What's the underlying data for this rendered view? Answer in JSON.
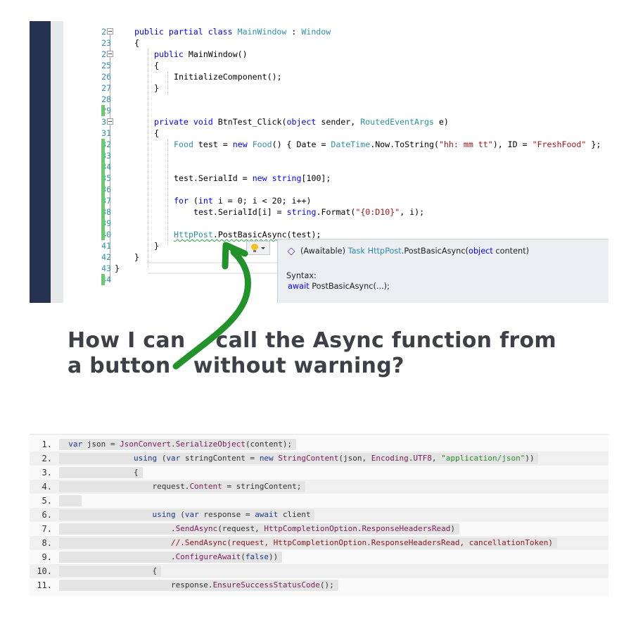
{
  "ide": {
    "line_numbers": [
      "22",
      "23",
      "24",
      "25",
      "26",
      "27",
      "28",
      "29",
      "30",
      "31",
      "32",
      "33",
      "34",
      "35",
      "36",
      "37",
      "38",
      "39",
      "40",
      "41",
      "42",
      "43",
      "44"
    ],
    "changed_lines": [
      "29",
      "32",
      "33",
      "34",
      "35",
      "36",
      "37",
      "38",
      "39",
      "40",
      "44"
    ],
    "fold_markers": [
      "22",
      "24",
      "30"
    ],
    "code": {
      "l22": {
        "kw1": "public partial class ",
        "type": "MainWindow",
        "sep": " : ",
        "base": "Window"
      },
      "l23": "{",
      "l24": {
        "kw": "public ",
        "name": "MainWindow()"
      },
      "l25": "{",
      "l26": "InitializeComponent();",
      "l27": "}",
      "l30": {
        "kw": "private void ",
        "name": "BtnTest_Click(",
        "kw2": "object",
        "p1": " sender, ",
        "type": "RoutedEventArgs",
        "p2": " e)"
      },
      "l31": "{",
      "l32": {
        "type1": "Food",
        "a": " test = ",
        "kw": "new ",
        "type2": "Food",
        "b": "() { Date = ",
        "type3": "DateTime",
        "c": ".Now.ToString(",
        "str1": "\"hh: mm tt\"",
        "d": "), ID = ",
        "str2": "\"FreshFood\"",
        "e": " };"
      },
      "l35": {
        "a": "test.SerialId = ",
        "kw": "new ",
        "kw2": "string",
        "b": "[100];"
      },
      "l37": {
        "kw": "for ",
        "a": "(",
        "kw2": "int",
        "b": " i = 0; i < 20; i++)"
      },
      "l38": {
        "a": "test.SerialId[i] = ",
        "kw": "string",
        "b": ".Format(",
        "str": "\"{0:D10}\"",
        "c": ", i);"
      },
      "l40": {
        "type": "HttpPost",
        "a": ".PostBasicAsync(test);"
      },
      "l41": "}",
      "l42": "}",
      "l43": "}"
    },
    "quick_actions": {
      "icon": "lightbulb-icon"
    },
    "tooltip": {
      "icon": "method-cube-icon",
      "prefix": "(Awaitable) ",
      "return_type": "Task",
      "class": "HttpPost",
      "method": ".PostBasicAsync(",
      "param_kw": "object",
      "param": " content)",
      "syntax_label": "Syntax:",
      "syntax_kw": "await",
      "syntax_rest": " PostBasicAsync(...);"
    }
  },
  "annotation": {
    "headline_line1": "How I can    call the Async function from",
    "headline_line2": "a button   without warning?",
    "arrow_color": "#22922b"
  },
  "snippet": {
    "rows": [
      {
        "n": "1.",
        "indent": 2,
        "parts": [
          [
            "kw",
            "var"
          ],
          [
            "id",
            " json = "
          ],
          [
            "mb",
            "JsonConvert"
          ],
          [
            "id",
            "."
          ],
          [
            "mb",
            "SerializeObject"
          ],
          [
            "id",
            "(content);"
          ]
        ]
      },
      {
        "n": "2.",
        "indent": 16,
        "parts": [
          [
            "kw",
            "using"
          ],
          [
            "id",
            " ("
          ],
          [
            "kw",
            "var"
          ],
          [
            "id",
            " stringContent = "
          ],
          [
            "kw",
            "new"
          ],
          [
            "id",
            " "
          ],
          [
            "mb",
            "StringContent"
          ],
          [
            "id",
            "(json, "
          ],
          [
            "mb",
            "Encoding"
          ],
          [
            "id",
            "."
          ],
          [
            "mb",
            "UTF8"
          ],
          [
            "id",
            ", "
          ],
          [
            "str",
            "\"application/json\""
          ],
          [
            "id",
            "))"
          ]
        ]
      },
      {
        "n": "3.",
        "indent": 16,
        "parts": [
          [
            "id",
            "{"
          ]
        ]
      },
      {
        "n": "4.",
        "indent": 20,
        "parts": [
          [
            "id",
            "request."
          ],
          [
            "mb",
            "Content"
          ],
          [
            "id",
            " = stringContent;"
          ]
        ]
      },
      {
        "n": "5.",
        "indent": 0,
        "parts": [
          [
            "id",
            "    "
          ]
        ]
      },
      {
        "n": "6.",
        "indent": 20,
        "parts": [
          [
            "kw",
            "using"
          ],
          [
            "id",
            " ("
          ],
          [
            "kw",
            "var"
          ],
          [
            "id",
            " response = "
          ],
          [
            "kw",
            "await"
          ],
          [
            "id",
            " client"
          ]
        ]
      },
      {
        "n": "7.",
        "indent": 24,
        "parts": [
          [
            "id",
            "."
          ],
          [
            "mb",
            "SendAsync"
          ],
          [
            "id",
            "(request, "
          ],
          [
            "mb",
            "HttpCompletionOption"
          ],
          [
            "id",
            "."
          ],
          [
            "mb",
            "ResponseHeadersRead"
          ],
          [
            "id",
            ")"
          ]
        ]
      },
      {
        "n": "8.",
        "indent": 24,
        "parts": [
          [
            "cm",
            "//.SendAsync(request, HttpCompletionOption.ResponseHeadersRead, cancellationToken)"
          ]
        ]
      },
      {
        "n": "9.",
        "indent": 24,
        "parts": [
          [
            "id",
            "."
          ],
          [
            "mb",
            "ConfigureAwait"
          ],
          [
            "id",
            "("
          ],
          [
            "kw",
            "false"
          ],
          [
            "id",
            "))"
          ]
        ]
      },
      {
        "n": "10.",
        "indent": 20,
        "parts": [
          [
            "id",
            "{"
          ]
        ]
      },
      {
        "n": "11.",
        "indent": 24,
        "parts": [
          [
            "id",
            "response."
          ],
          [
            "mb",
            "EnsureSuccessStatusCode"
          ],
          [
            "id",
            "();"
          ]
        ]
      }
    ]
  }
}
